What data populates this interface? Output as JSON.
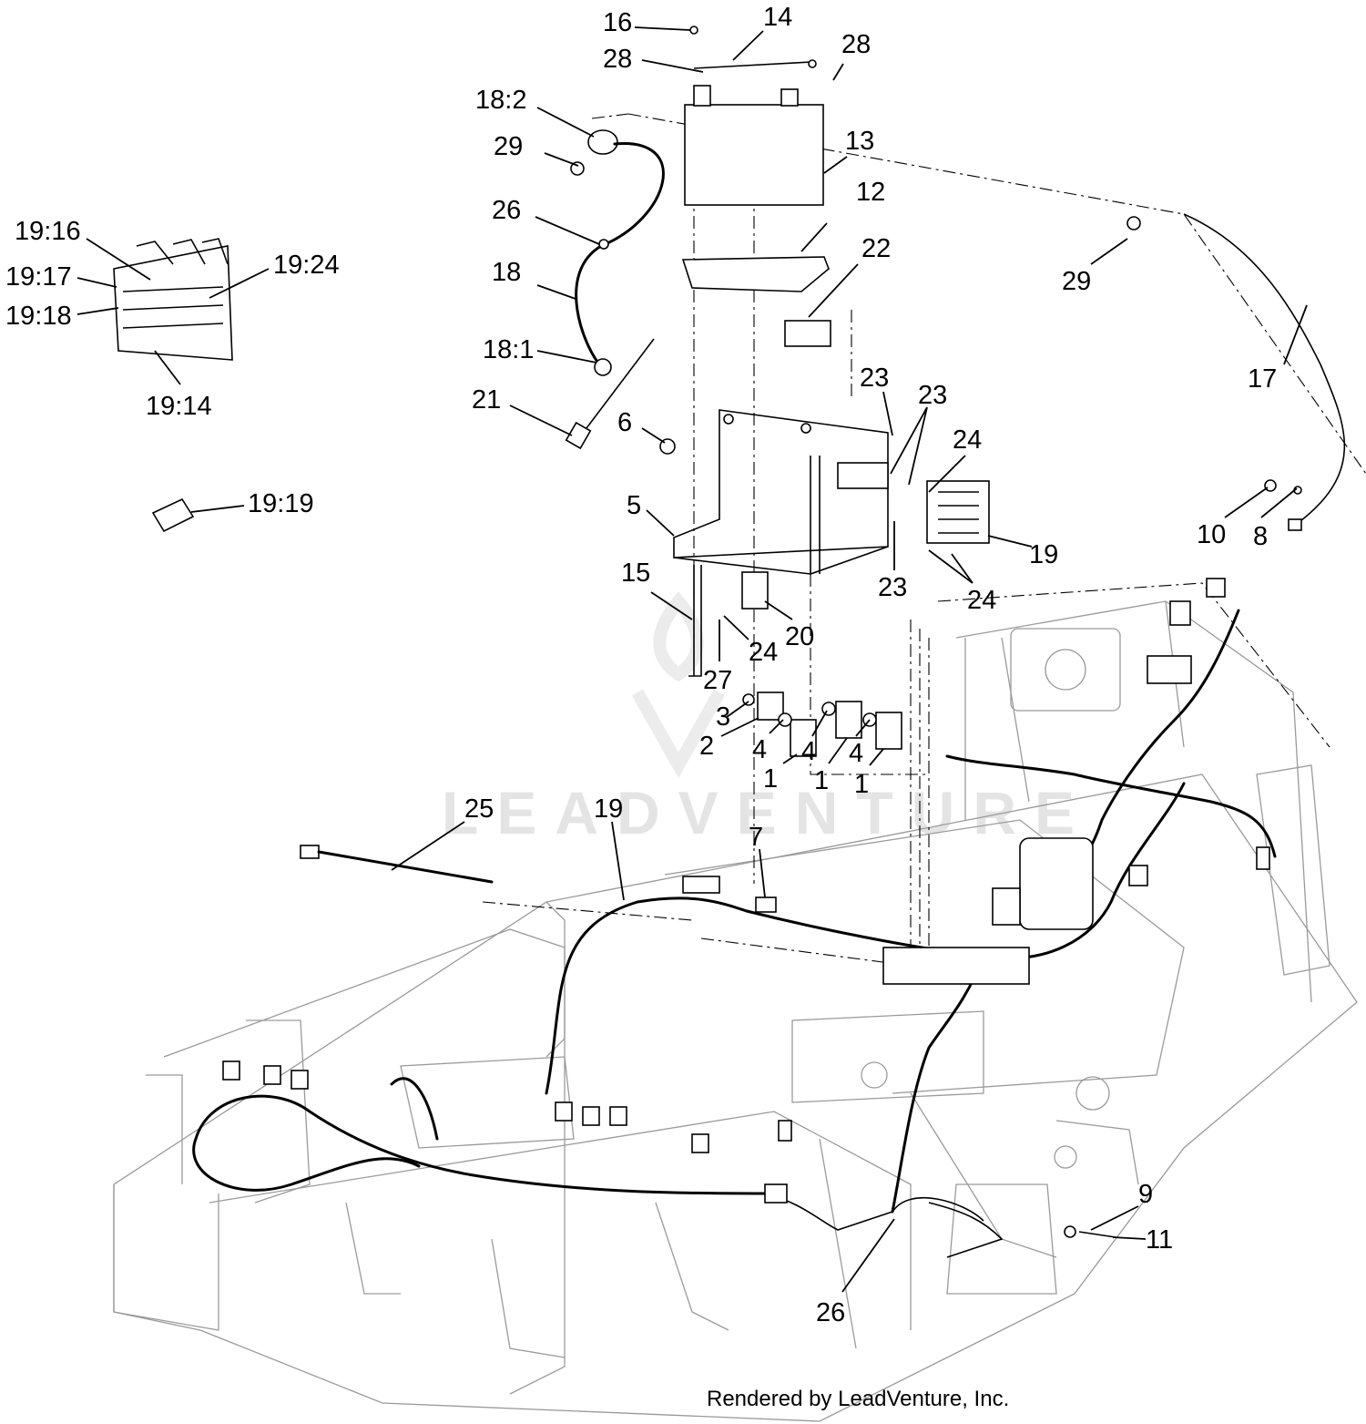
{
  "watermark": "LEADVENTURE",
  "footer": "Rendered by LeadVenture, Inc.",
  "callouts": [
    {
      "id": "c16",
      "label": "16"
    },
    {
      "id": "c14",
      "label": "14"
    },
    {
      "id": "c28a",
      "label": "28"
    },
    {
      "id": "c28b",
      "label": "28"
    },
    {
      "id": "c18-2",
      "label": "18:2"
    },
    {
      "id": "c29a",
      "label": "29"
    },
    {
      "id": "c13",
      "label": "13"
    },
    {
      "id": "c12",
      "label": "12"
    },
    {
      "id": "c26a",
      "label": "26"
    },
    {
      "id": "c22",
      "label": "22"
    },
    {
      "id": "c18",
      "label": "18"
    },
    {
      "id": "c29b",
      "label": "29"
    },
    {
      "id": "c17",
      "label": "17"
    },
    {
      "id": "c18-1",
      "label": "18:1"
    },
    {
      "id": "c23a",
      "label": "23"
    },
    {
      "id": "c23b",
      "label": "23"
    },
    {
      "id": "c21",
      "label": "21"
    },
    {
      "id": "c6",
      "label": "6"
    },
    {
      "id": "c24a",
      "label": "24"
    },
    {
      "id": "c5",
      "label": "5"
    },
    {
      "id": "c10",
      "label": "10"
    },
    {
      "id": "c8",
      "label": "8"
    },
    {
      "id": "c19a",
      "label": "19"
    },
    {
      "id": "c15",
      "label": "15"
    },
    {
      "id": "c23c",
      "label": "23"
    },
    {
      "id": "c24b",
      "label": "24"
    },
    {
      "id": "c20",
      "label": "20"
    },
    {
      "id": "c24c",
      "label": "24"
    },
    {
      "id": "c27",
      "label": "27"
    },
    {
      "id": "c3",
      "label": "3"
    },
    {
      "id": "c2",
      "label": "2"
    },
    {
      "id": "c4a",
      "label": "4"
    },
    {
      "id": "c4b",
      "label": "4"
    },
    {
      "id": "c4c",
      "label": "4"
    },
    {
      "id": "c1a",
      "label": "1"
    },
    {
      "id": "c1b",
      "label": "1"
    },
    {
      "id": "c1c",
      "label": "1"
    },
    {
      "id": "c25",
      "label": "25"
    },
    {
      "id": "c19b",
      "label": "19"
    },
    {
      "id": "c7",
      "label": "7"
    },
    {
      "id": "c9",
      "label": "9"
    },
    {
      "id": "c11",
      "label": "11"
    },
    {
      "id": "c26b",
      "label": "26"
    },
    {
      "id": "c19-16",
      "label": "19:16"
    },
    {
      "id": "c19-17",
      "label": "19:17"
    },
    {
      "id": "c19-18",
      "label": "19:18"
    },
    {
      "id": "c19-24",
      "label": "19:24"
    },
    {
      "id": "c19-14",
      "label": "19:14"
    },
    {
      "id": "c19-19",
      "label": "19:19"
    }
  ]
}
